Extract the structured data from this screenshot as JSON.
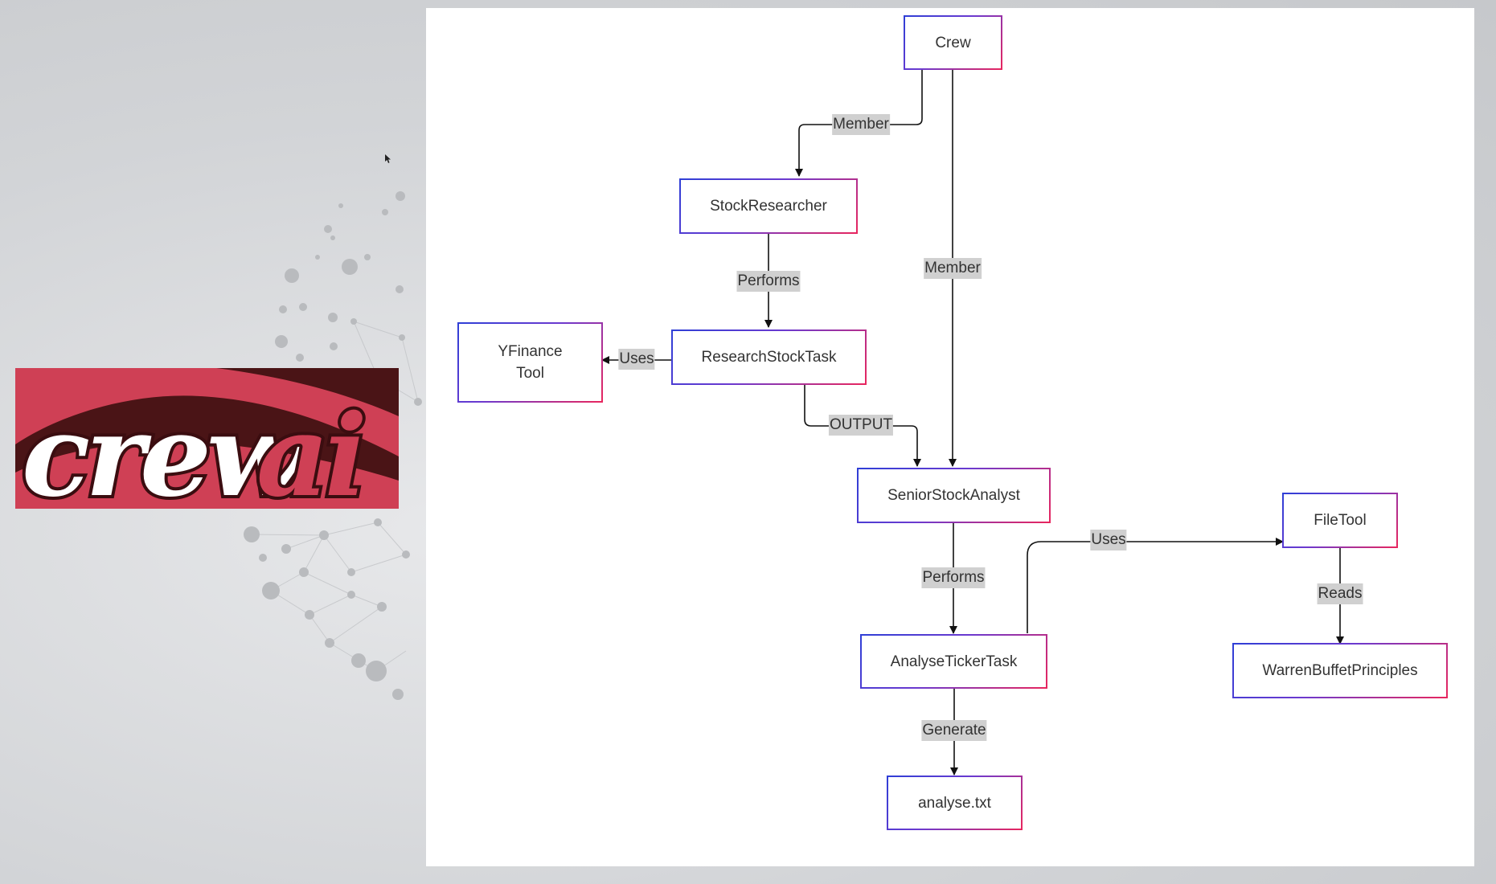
{
  "diagram": {
    "nodes": [
      {
        "id": "crew",
        "label": "Crew"
      },
      {
        "id": "stock_researcher",
        "label": "StockResearcher"
      },
      {
        "id": "yfinance_tool",
        "label": "YFinance Tool"
      },
      {
        "id": "research_stock_task",
        "label": "ResearchStockTask"
      },
      {
        "id": "senior_stock_analyst",
        "label": "SeniorStockAnalyst"
      },
      {
        "id": "file_tool",
        "label": "FileTool"
      },
      {
        "id": "analyse_ticker_task",
        "label": "AnalyseTickerTask"
      },
      {
        "id": "warren_buffet_principles",
        "label": "WarrenBuffetPrinciples"
      },
      {
        "id": "analyse_txt",
        "label": "analyse.txt"
      }
    ],
    "edges": [
      {
        "from": "crew",
        "to": "stock_researcher",
        "label": "Member"
      },
      {
        "from": "crew",
        "to": "senior_stock_analyst",
        "label": "Member"
      },
      {
        "from": "stock_researcher",
        "to": "research_stock_task",
        "label": "Performs"
      },
      {
        "from": "research_stock_task",
        "to": "yfinance_tool",
        "label": "Uses"
      },
      {
        "from": "research_stock_task",
        "to": "senior_stock_analyst",
        "label": "OUTPUT"
      },
      {
        "from": "senior_stock_analyst",
        "to": "analyse_ticker_task",
        "label": "Performs"
      },
      {
        "from": "analyse_ticker_task",
        "to": "file_tool",
        "label": "Uses"
      },
      {
        "from": "file_tool",
        "to": "warren_buffet_principles",
        "label": "Reads"
      },
      {
        "from": "analyse_ticker_task",
        "to": "analyse_txt",
        "label": "Generate"
      }
    ]
  },
  "logo": {
    "text": "crewai",
    "colors": {
      "dark": "#4a1416",
      "red": "#cf4055",
      "white": "#ffffff"
    }
  },
  "colors": {
    "node_border_start": "#2f3fd6",
    "node_border_end": "#e8265e",
    "label_bg": "#d0d0d0"
  }
}
